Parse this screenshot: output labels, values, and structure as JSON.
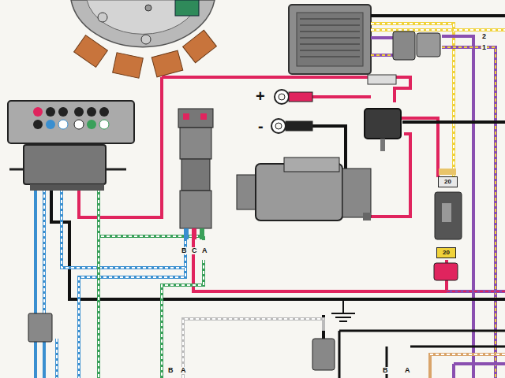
{
  "diagram": {
    "nodes": [
      {
        "text": [
          "20"
        ]
      },
      {
        "text": [
          "20"
        ]
      }
    ],
    "labels": [
      "+",
      "-",
      "B",
      "C",
      "A",
      "2",
      "1",
      "A",
      "B",
      "B",
      "A"
    ]
  }
}
